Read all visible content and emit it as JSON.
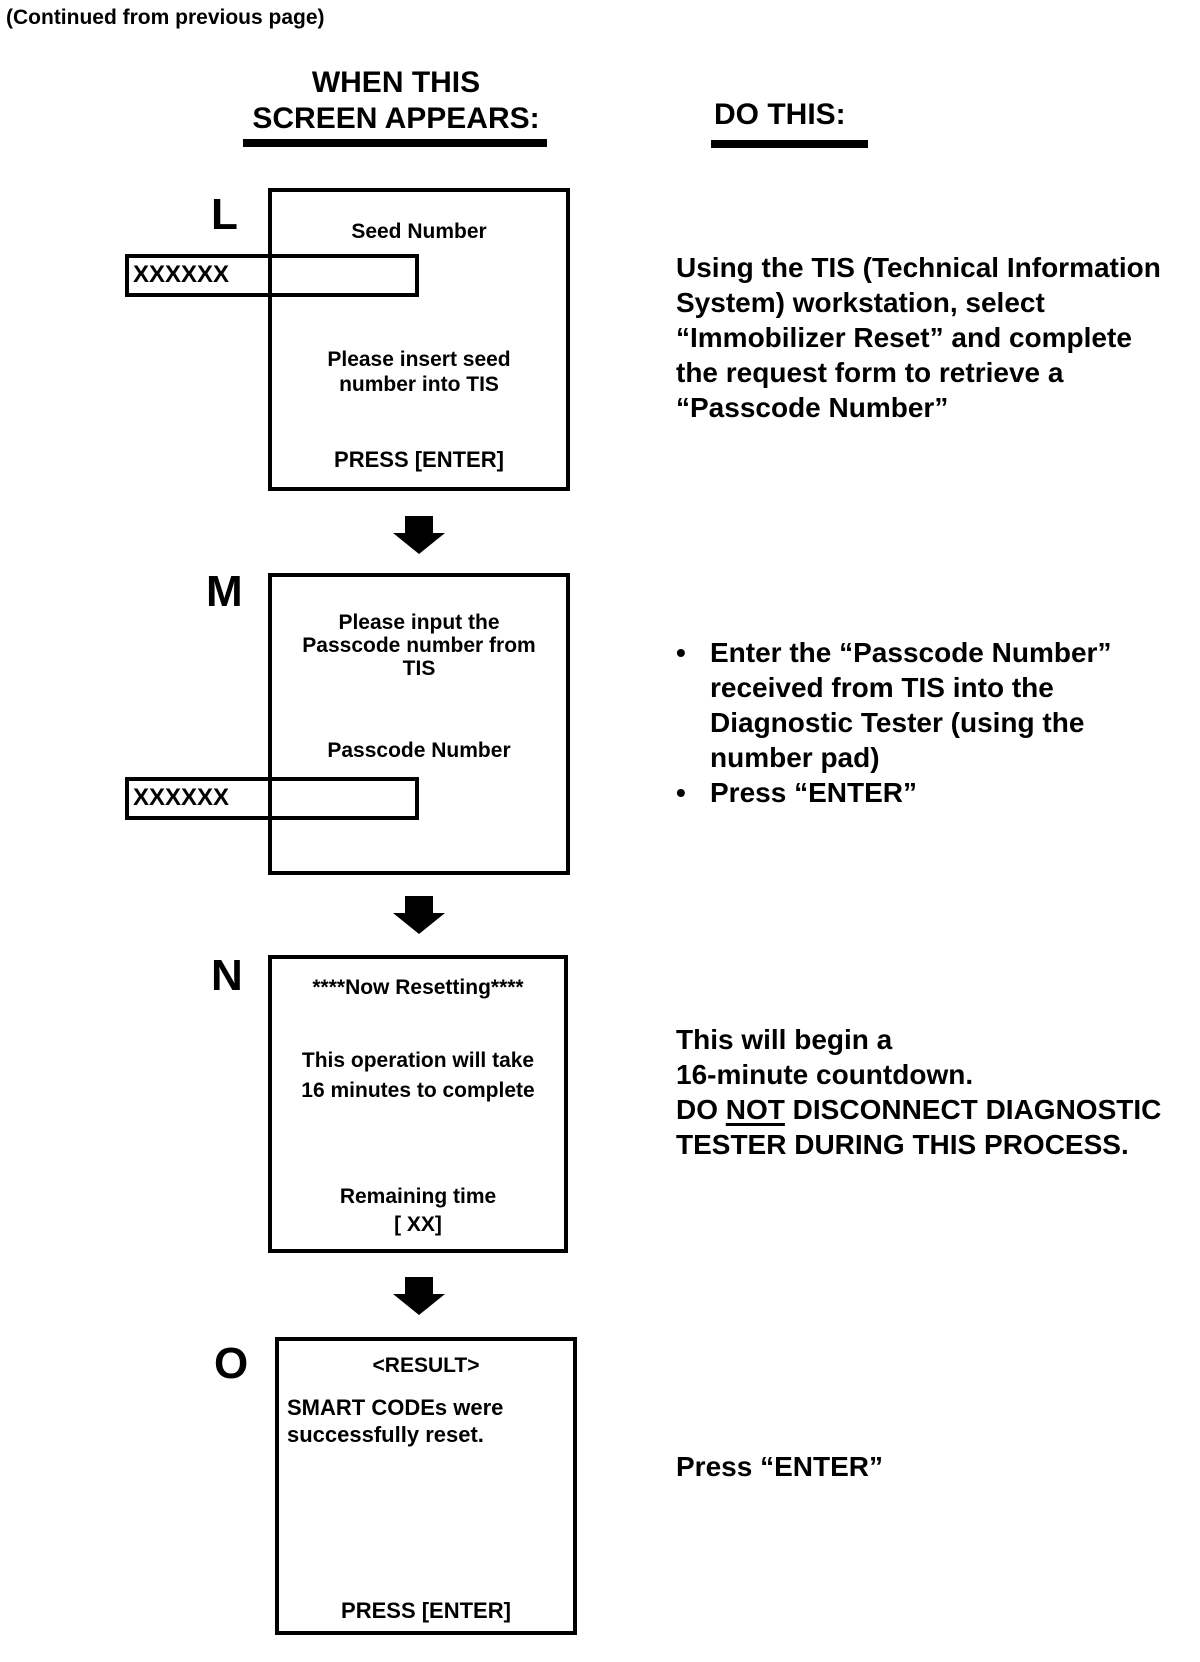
{
  "page": {
    "continued_note": "(Continued from previous page)",
    "left_column_header": "WHEN THIS\nSCREEN APPEARS:",
    "right_column_header": "DO THIS:",
    "ink_color": "#000000",
    "paper_color": "#ffffff"
  },
  "steps": [
    {
      "label": "L",
      "screen": {
        "title": "Seed Number",
        "value": "XXXXXX",
        "body": "Please insert seed\nnumber into TIS",
        "footer": "PRESS [ENTER]"
      },
      "instruction": "Using the TIS (Technical Information\nSystem) workstation, select\n“Immobilizer Reset” and complete\nthe request form to retrieve a\n“Passcode Number”"
    },
    {
      "label": "M",
      "screen": {
        "body": "Please input the\nPasscode number from\nTIS",
        "field_label": "Passcode Number",
        "value": "XXXXXX"
      },
      "bullet_char": "•",
      "bullets": [
        "Enter the “Passcode Number”\nreceived from TIS into the\nDiagnostic Tester (using the\nnumber pad)",
        "Press “ENTER”"
      ]
    },
    {
      "label": "N",
      "screen": {
        "title": "****Now Resetting****",
        "body": "This operation will take\n16 minutes to complete",
        "footer": "Remaining time\n[ XX]"
      },
      "instruction": "This will begin a\n16-minute countdown.",
      "warning": {
        "prefix": "DO ",
        "emphasis": "NOT",
        "suffix": " DISCONNECT DIAGNOSTIC\nTESTER DURING THIS PROCESS."
      }
    },
    {
      "label": "O",
      "screen": {
        "title": "<RESULT>",
        "body": "SMART CODEs were\nsuccessfully reset.",
        "footer": "PRESS [ENTER]"
      },
      "instruction": "Press “ENTER”"
    }
  ]
}
